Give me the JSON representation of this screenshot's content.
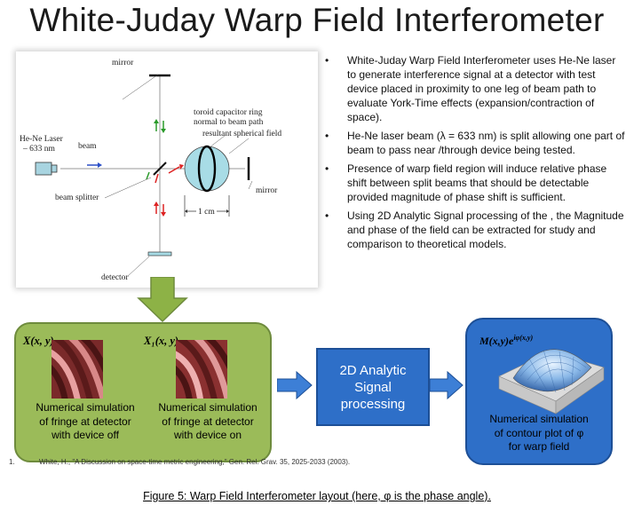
{
  "title": "White-Juday Warp Field Interferometer",
  "diagram": {
    "labels": {
      "mirror_top": "mirror",
      "laser_line1": "He-Ne Laser",
      "laser_line2": "– 633 nm",
      "beam": "beam",
      "toroid_line1": "toroid capacitor ring",
      "toroid_line2": "normal to beam path",
      "resultant": "resultant spherical field",
      "mirror_right": "mirror",
      "beam_splitter": "beam splitter",
      "scale": "1 cm",
      "detector": "detector"
    }
  },
  "bullets": [
    "White-Juday Warp Field Interferometer uses He-Ne laser to generate interference signal at a detector with test device placed in proximity to one leg of beam path to evaluate York-Time effects (expansion/contraction of space).",
    "He-Ne laser beam (λ = 633 nm) is split allowing one part of beam to pass near /through device being tested.",
    "Presence of warp field region will induce relative phase shift between split beams that should be detectable provided magnitude of phase shift is sufficient.",
    "Using 2D Analytic Signal processing of the , the Magnitude and phase of the field can be extracted for study and comparison to theoretical models."
  ],
  "sim_left": {
    "label": "X(x, y)",
    "caption": "Numerical simulation\nof fringe at detector\nwith device off"
  },
  "sim_right": {
    "label": "X₁(x, y)",
    "caption": "Numerical simulation\nof fringe at detector\nwith device on"
  },
  "processing_box": "2D Analytic\nSignal\nprocessing",
  "contour": {
    "label": "M(x, y)e^(iφ(x,y))",
    "caption": "Numerical simulation\nof contour plot of φ\nfor warp field"
  },
  "footnote": {
    "number": "1.",
    "text": "White, H., \"A Discussion on space-time metric engineering,\" Gen. Rel. Grav. 35, 2025-2033 (2003)."
  },
  "figure_caption": "Figure 5: Warp Field Interferometer layout (here, φ is the phase angle).",
  "colors": {
    "green_box": "#9bbb59",
    "blue_box": "#2e6fc8",
    "arrow_blue": "#3d7fd6",
    "arrow_green": "#8db246"
  }
}
